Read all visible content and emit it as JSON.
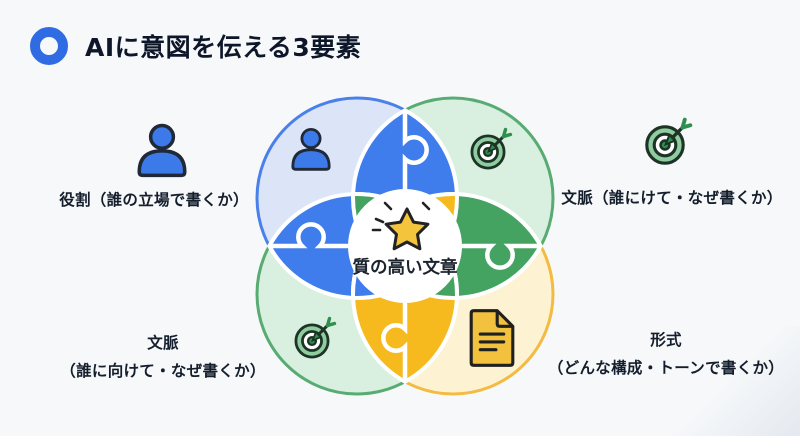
{
  "title": {
    "text": "AIに意図を伝える3要素",
    "icon": "ring-icon"
  },
  "callouts": {
    "role": {
      "icon": "person-icon",
      "text": "役割（誰の立場で書くか）"
    },
    "context_right": {
      "icon": "target-icon",
      "text": "文脈（誰にけて・なぜ書くか）"
    },
    "context_bottom": {
      "icon": "target-icon",
      "line1": "文脈",
      "line2": "（誰に向けて・なぜ書くか）"
    },
    "format": {
      "icon": "document-icon",
      "line1": "形式",
      "line2": "（どんな構成・トーンで書くか）"
    }
  },
  "center": {
    "icon": "star-icon",
    "text": "質の高い文章"
  },
  "colors": {
    "background": "#f6f8fa",
    "accent_blue": "#3f7dec",
    "accent_green": "#45a362",
    "accent_yellow": "#f6ba1f",
    "light_blue_fill": "#dce4f8",
    "light_green_fill": "#d9efdf",
    "light_yellow_fill": "#fdf3d2",
    "blue_stroke": "#4a80ea",
    "green_stroke": "#58ab72",
    "yellow_stroke": "#f3bb42",
    "title_ring_blue": "#2f6ce3",
    "text": "#141e2c"
  }
}
